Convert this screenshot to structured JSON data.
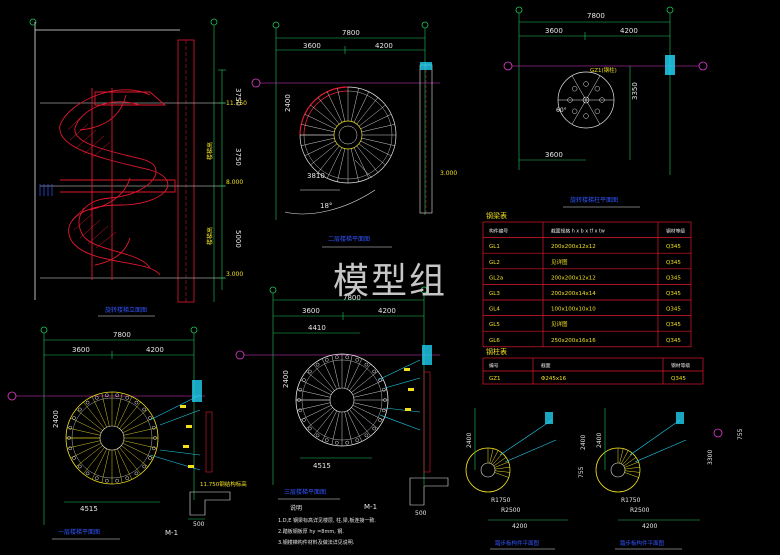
{
  "watermark": "模型组",
  "colors": {
    "bg": "#000000",
    "dim": "#22c55e",
    "red": "#e0182d",
    "cyan": "#20d0f0",
    "yellow": "#f0e020",
    "blue": "#3355ff",
    "white": "#e6e6e6",
    "magenta": "#e23bd3",
    "gray": "#909090"
  },
  "dims": {
    "total": "7800",
    "left": "3600",
    "right": "4200",
    "mid": "4410",
    "r2400": "2400",
    "r3810": "3810",
    "d18": "18°",
    "d3750": "3750",
    "d5000": "5000",
    "d3350": "3350",
    "d4515": "4515",
    "d500": "500",
    "d755": "755",
    "d3300": "3300",
    "r1750": "R1750",
    "r2500": "R2500",
    "d4200": "4200",
    "d60": "60°"
  },
  "elevations": {
    "e11750": "11.750",
    "e8000": "8.000",
    "e3000": "3.000",
    "e3000b": "3.000",
    "e11750b": "11.750钢结构标高"
  },
  "grids": {
    "g1": "①",
    "g2": "②",
    "g3": "③"
  },
  "labels": {
    "mark_m1": "M-1",
    "mark_gz1": "GZ1(钢柱)"
  },
  "beam_table": {
    "title": "钢梁表",
    "header": [
      "构件编号",
      "截面规格 h x b x tf x tw",
      "钢材等级"
    ],
    "rows": [
      [
        "GL1",
        "200x200x12x12",
        "Q345"
      ],
      [
        "GL2",
        "见详图",
        "Q345"
      ],
      [
        "GL2a",
        "200x200x12x12",
        "Q345"
      ],
      [
        "GL3",
        "200x200x14x14",
        "Q345"
      ],
      [
        "GL4",
        "100x100x10x10",
        "Q345"
      ],
      [
        "GL5",
        "见详图",
        "Q345"
      ],
      [
        "GL6",
        "250x200x16x16",
        "Q345"
      ]
    ]
  },
  "column_table": {
    "title": "钢柱表",
    "header": [
      "编号",
      "截面",
      "钢材等级"
    ],
    "rows": [
      [
        "GZ1",
        "Φ245x16",
        "Q345"
      ]
    ]
  },
  "captions": {
    "elev": "旋转楼梯立面图",
    "p2": "二层楼梯平面图",
    "p3": "旋转楼梯柱平面图",
    "p1": "一层楼梯平面图",
    "p2b": "三层楼梯平面图",
    "d1": "踏步板构件平面图",
    "d2": "踏步板构件平面图"
  },
  "notes": {
    "title": "说明",
    "line1": "1.D,E 钢梁标高详见楼层, 柱,梁,板连接一致.",
    "line2": "2.踏板钢板厚 hy =8mm, 钢.",
    "line3": "3.钢楼梯构件材料及做法详见说明."
  }
}
